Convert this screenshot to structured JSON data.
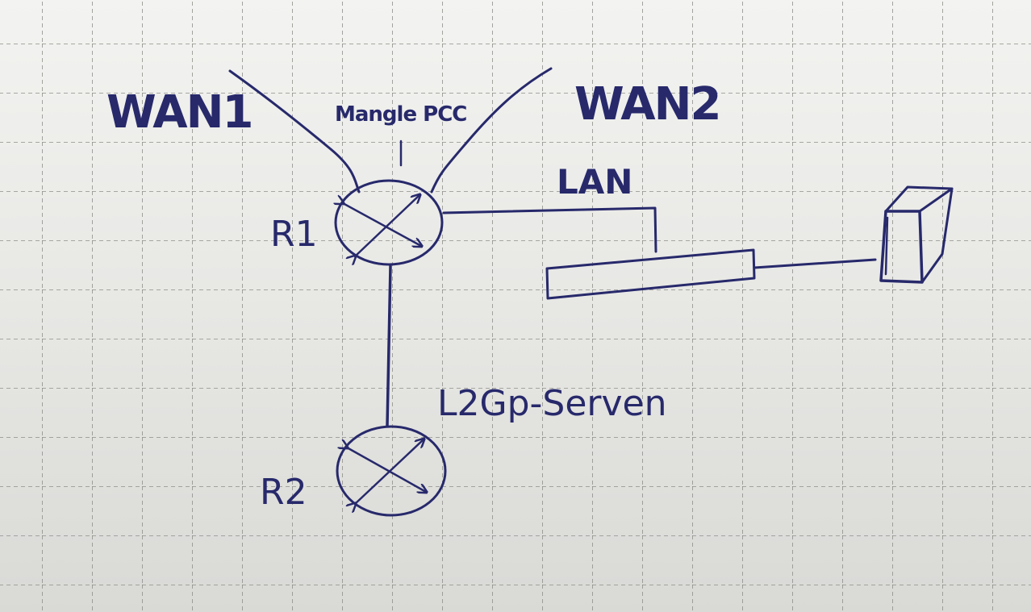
{
  "labels": {
    "wan1": "WAN1",
    "wan2": "WAN2",
    "mangle": "Mangle PCC",
    "lan": "LAN",
    "r1": "R1",
    "r2": "R2",
    "server": "L2Gp-Serven"
  },
  "icons": {
    "router_1": "router-icon",
    "router_2": "router-icon",
    "switch": "switch-icon",
    "pc": "pc-tower-icon"
  },
  "colors": {
    "ink": "#27296b",
    "grid": "#8e8e8a",
    "paper": "#efefed"
  }
}
